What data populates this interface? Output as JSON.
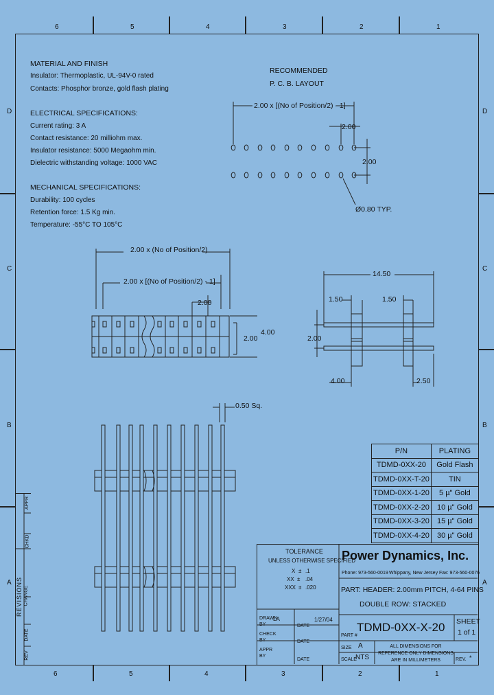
{
  "zones": {
    "columns": [
      "6",
      "5",
      "4",
      "3",
      "2",
      "1"
    ],
    "rows": [
      "D",
      "C",
      "B",
      "A"
    ]
  },
  "material": {
    "title": "MATERIAL AND FINISH",
    "lines": [
      "Insulator: Thermoplastic, UL-94V-0 rated",
      "Contacts: Phosphor bronze, gold flash plating"
    ]
  },
  "electrical": {
    "title": "ELECTRICAL SPECIFICATIONS:",
    "lines": [
      "Current rating: 3 A",
      "Contact resistance: 20 milliohm max.",
      "Insulator resistance: 5000 Megaohm min.",
      "Dielectric withstanding voltage: 1000 VAC"
    ]
  },
  "mechanical": {
    "title": "MECHANICAL SPECIFICATIONS:",
    "lines": [
      "Durability: 100 cycles",
      "Retention force: 1.5 Kg min.",
      "Temperature: -55°C TO 105°C"
    ]
  },
  "pcb_layout": {
    "title_1": "RECOMMENDED",
    "title_2": "P. C. B. LAYOUT",
    "dim_span": "2.00 x [(No of Position/2) - 1]",
    "dim_pitch": "2.00",
    "dim_row": "2.00",
    "hole_note": "Ø0.80 TYP."
  },
  "top_view": {
    "dim_overall": "2.00 x (No of Position/2)",
    "dim_span": "2.00 x [(No of Position/2) - 1]",
    "dim_pitch": "2.00",
    "dim_row": "2.00",
    "dim_width": "4.00"
  },
  "side_view": {
    "dim_length": "14.50",
    "dim_left": "1.50",
    "dim_right": "1.50",
    "dim_row": "2.00",
    "dim_bottom_left": "4.00",
    "dim_bottom_right": "2.50"
  },
  "front_view": {
    "pin_size": "0.50 Sq."
  },
  "part_table": {
    "headers": [
      "P/N",
      "PLATING"
    ],
    "rows": [
      [
        "TDMD-0XX-20",
        "Gold Flash"
      ],
      [
        "TDMD-0XX-T-20",
        "TIN"
      ],
      [
        "TDMD-0XX-1-20",
        "5 µ\" Gold"
      ],
      [
        "TDMD-0XX-2-20",
        "10 µ\" Gold"
      ],
      [
        "TDMD-0XX-3-20",
        "15 µ\" Gold"
      ],
      [
        "TDMD-0XX-4-20",
        "30 µ\" Gold"
      ]
    ]
  },
  "revisions": {
    "title": "REVISIONS",
    "cols": [
      "REV",
      "DATE",
      "CHANGE",
      "CHKD",
      "APPR"
    ]
  },
  "tolerance": {
    "title": "TOLERANCE",
    "subtitle": "UNLESS OTHERWISE SPECIFIED",
    "rows": [
      [
        "X",
        "±",
        ".1"
      ],
      [
        "XX",
        "±",
        ".04"
      ],
      [
        "XXX",
        "±",
        ".020"
      ]
    ]
  },
  "signoff": {
    "drawn_label": "DRAWN BY",
    "drawn_value": "LA",
    "check_label": "CHECK BY",
    "appr_label": "APPR BY",
    "date_label": "DATE",
    "drawn_date": "1/27/04"
  },
  "company": {
    "name": "Power Dynamics, Inc.",
    "phone": "Phone: 973-560-0019",
    "location": "Whippany, New Jersey",
    "fax": "Fax: 973-560-0076"
  },
  "part": {
    "line1": "PART: HEADER: 2.00mm PITCH, 4-64 PINS",
    "line2": "DOUBLE ROW: STACKED",
    "number_label": "PART #",
    "number": "TDMD-0XX-X-20",
    "sheet_label": "SHEET",
    "sheet_value": "1 of 1",
    "size_label": "SIZE",
    "size_value": "A",
    "scale_label": "SCALE",
    "scale_value": "NTS",
    "note": "ALL DIMENSIONS FOR REFERENCE ONLY DIMENSIONS ARE IN MILLIMETERS",
    "rev_label": "REV.",
    "rev_value": "*"
  }
}
